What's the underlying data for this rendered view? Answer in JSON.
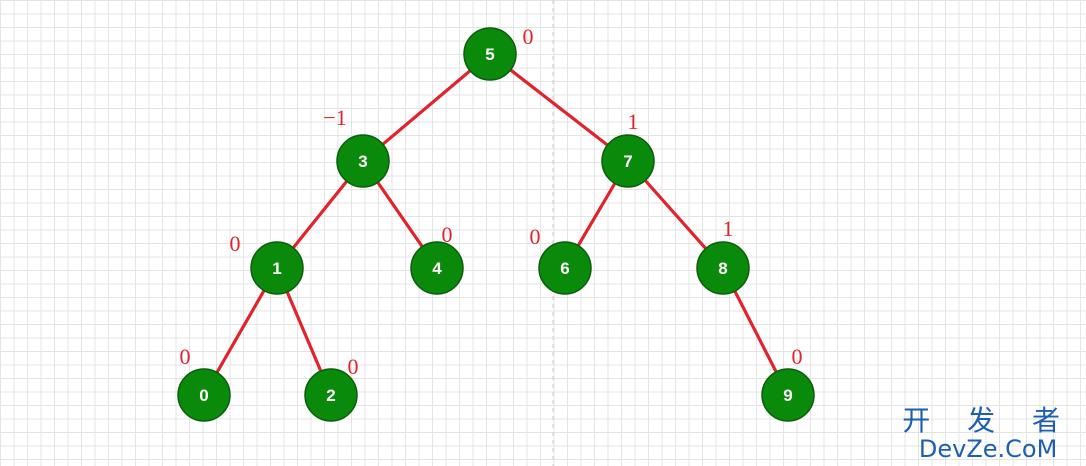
{
  "tree": {
    "nodes": [
      {
        "id": "5",
        "label": "5",
        "balance": "0"
      },
      {
        "id": "3",
        "label": "3",
        "balance": "−1"
      },
      {
        "id": "7",
        "label": "7",
        "balance": "1"
      },
      {
        "id": "1",
        "label": "1",
        "balance": "0"
      },
      {
        "id": "4",
        "label": "4",
        "balance": "0"
      },
      {
        "id": "6",
        "label": "6",
        "balance": "0"
      },
      {
        "id": "8",
        "label": "8",
        "balance": "1"
      },
      {
        "id": "0",
        "label": "0",
        "balance": "0"
      },
      {
        "id": "2",
        "label": "2",
        "balance": "0"
      },
      {
        "id": "9",
        "label": "9",
        "balance": "0"
      }
    ],
    "edges": [
      {
        "from": "5",
        "to": "3"
      },
      {
        "from": "5",
        "to": "7"
      },
      {
        "from": "3",
        "to": "1"
      },
      {
        "from": "3",
        "to": "4"
      },
      {
        "from": "7",
        "to": "6"
      },
      {
        "from": "7",
        "to": "8"
      },
      {
        "from": "1",
        "to": "0"
      },
      {
        "from": "1",
        "to": "2"
      },
      {
        "from": "8",
        "to": "9"
      }
    ]
  },
  "colors": {
    "node_fill": "#0a8a0a",
    "edge": "#e0232c",
    "balance_label": "#e0232c",
    "watermark": "#1f5fb0"
  },
  "watermark": {
    "line1": "开 发 者",
    "line2": "DevZe.CoM"
  }
}
